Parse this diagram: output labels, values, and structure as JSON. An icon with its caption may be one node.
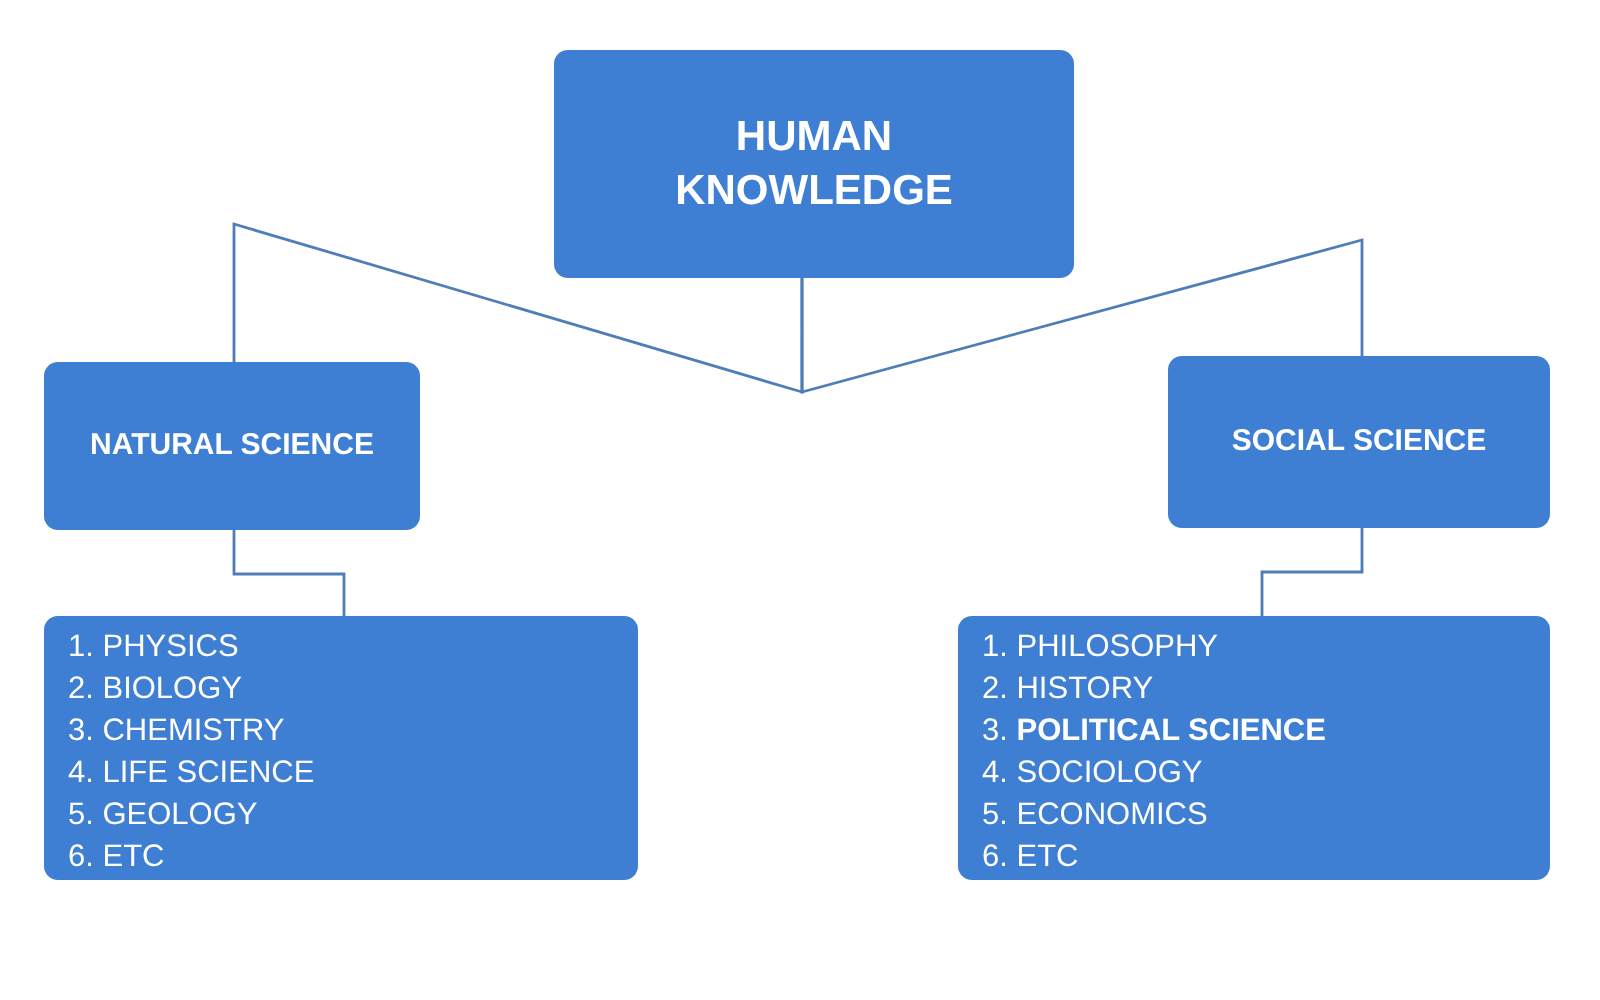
{
  "diagram": {
    "nodes": [
      {
        "text": [
          "HUMAN KNOWLEDGE"
        ]
      },
      {
        "text": [
          "NATURAL SCIENCE"
        ]
      },
      {
        "text": [
          "SOCIAL SCIENCE"
        ]
      },
      {
        "text": [
          "1. PHYSICS",
          "2. BIOLOGY",
          "3. CHEMISTRY",
          "4. LIFE SCIENCE",
          "5. GEOLOGY",
          "6. ETC"
        ]
      },
      {
        "text": [
          "1. PHILOSOPHY",
          "2. HISTORY",
          "3. **POLITICAL SCIENCE**",
          "4. SOCIOLOGY",
          "5. ECONOMICS",
          "6. ETC"
        ]
      }
    ],
    "edges": [
      {
        "from": 0,
        "to": 1,
        "arrow": "none"
      },
      {
        "from": 0,
        "to": 2,
        "arrow": "none"
      },
      {
        "from": 1,
        "to": 3,
        "arrow": "none"
      },
      {
        "from": 2,
        "to": 4,
        "arrow": "none"
      }
    ]
  }
}
